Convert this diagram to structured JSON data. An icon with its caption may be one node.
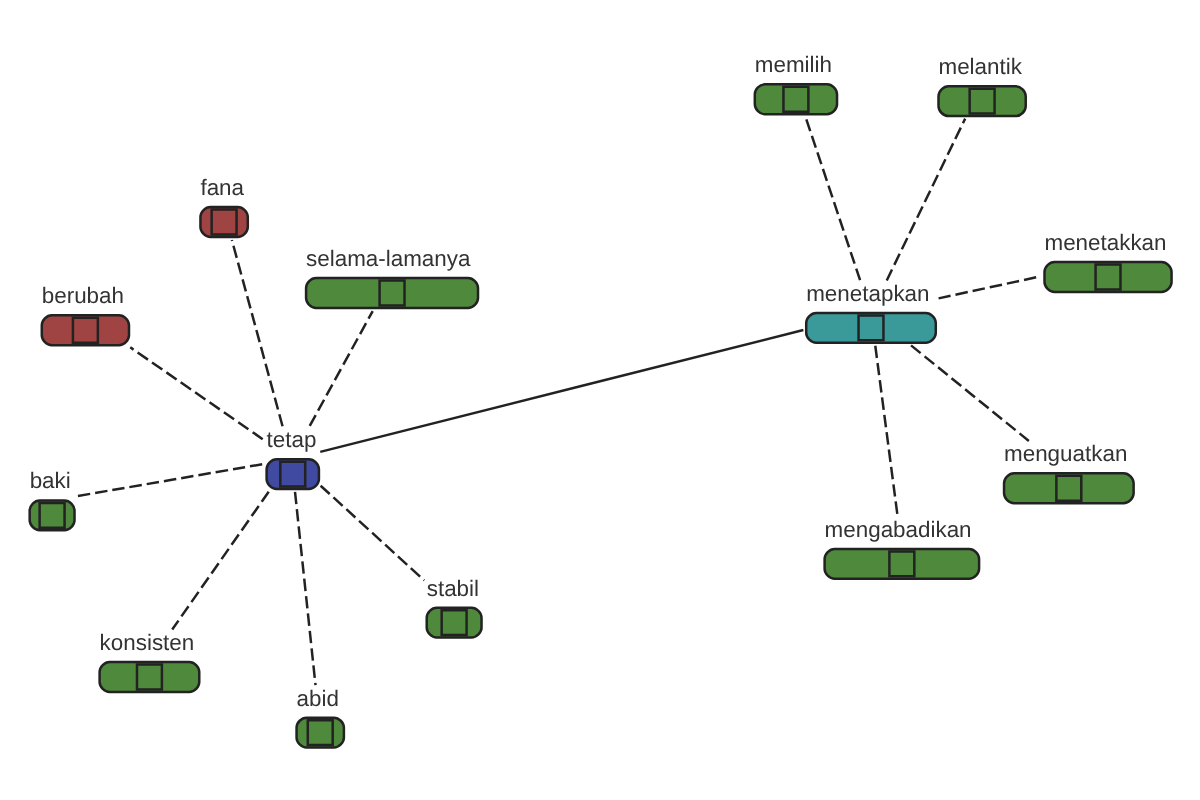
{
  "diagram": {
    "nodes": [
      {
        "text": [
          "tetap"
        ]
      },
      {
        "text": [
          "menetapkan"
        ]
      },
      {
        "text": [
          "abid"
        ]
      },
      {
        "text": [
          "berubah"
        ]
      },
      {
        "text": [
          "selama-lamanya"
        ]
      },
      {
        "text": [
          "fana"
        ]
      },
      {
        "text": [
          "baki"
        ]
      },
      {
        "text": [
          "stabil"
        ]
      },
      {
        "text": [
          "konsisten"
        ]
      },
      {
        "text": [
          "menguatkan"
        ]
      },
      {
        "text": [
          "mengabadikan"
        ]
      },
      {
        "text": [
          "memilih"
        ]
      },
      {
        "text": [
          "menetakkan"
        ]
      },
      {
        "text": [
          "melantik"
        ]
      }
    ],
    "edges": [
      {
        "from": 0,
        "to": 1,
        "arrow": "none"
      },
      {
        "from": 0,
        "to": 2,
        "arrow": "none",
        "style": "dashed"
      },
      {
        "from": 0,
        "to": 3,
        "arrow": "none",
        "style": "dashed"
      },
      {
        "from": 0,
        "to": 4,
        "arrow": "none",
        "style": "dashed"
      },
      {
        "from": 0,
        "to": 5,
        "arrow": "none",
        "style": "dashed"
      },
      {
        "from": 0,
        "to": 6,
        "arrow": "none",
        "style": "dashed"
      },
      {
        "from": 0,
        "to": 7,
        "arrow": "none",
        "style": "dashed"
      },
      {
        "from": 0,
        "to": 8,
        "arrow": "none",
        "style": "dashed"
      },
      {
        "from": 1,
        "to": 9,
        "arrow": "none",
        "style": "dashed"
      },
      {
        "from": 1,
        "to": 10,
        "arrow": "none",
        "style": "dashed"
      },
      {
        "from": 1,
        "to": 11,
        "arrow": "none",
        "style": "dashed"
      },
      {
        "from": 1,
        "to": 12,
        "arrow": "none",
        "style": "dashed"
      },
      {
        "from": 1,
        "to": 13,
        "arrow": "none",
        "style": "dashed"
      }
    ]
  }
}
